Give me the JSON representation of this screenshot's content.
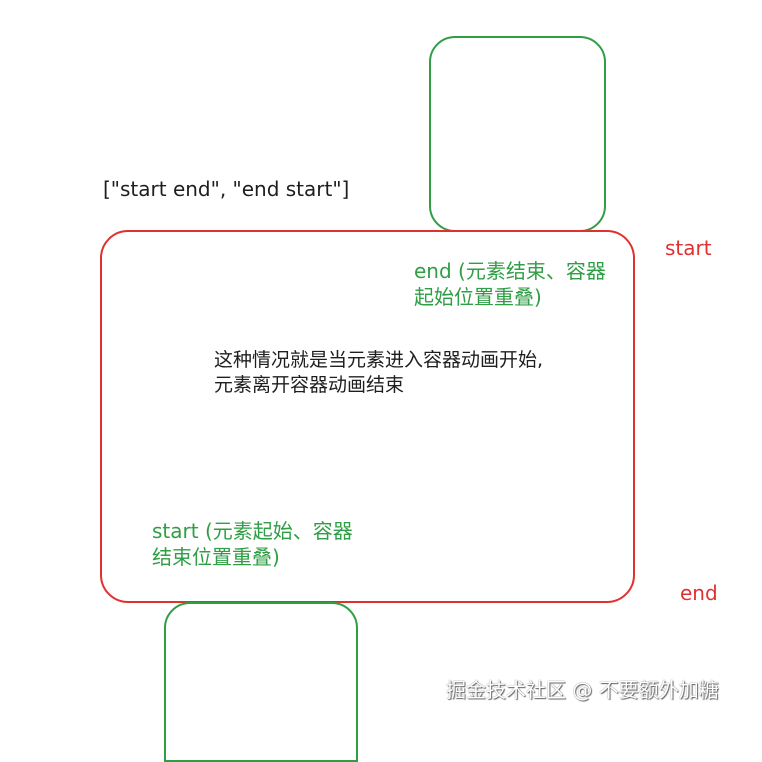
{
  "diagram": {
    "title_array": "[\"start end\", \"end start\"]",
    "labels": {
      "container_start": "start",
      "container_end": "end",
      "element_end_note_line1": "end (元素结束、容器",
      "element_end_note_line2": "起始位置重叠)",
      "element_start_note_line1": "start (元素起始、容器",
      "element_start_note_line2": "结束位置重叠)",
      "description_line1": "这种情况就是当元素进入容器动画开始,",
      "description_line2": "元素离开容器动画结束"
    },
    "colors": {
      "container_stroke": "#e03131",
      "element_stroke": "#2f9e44",
      "text": "#1e1e1e"
    }
  },
  "watermark": "掘金技术社区 @ 不要额外加糖"
}
